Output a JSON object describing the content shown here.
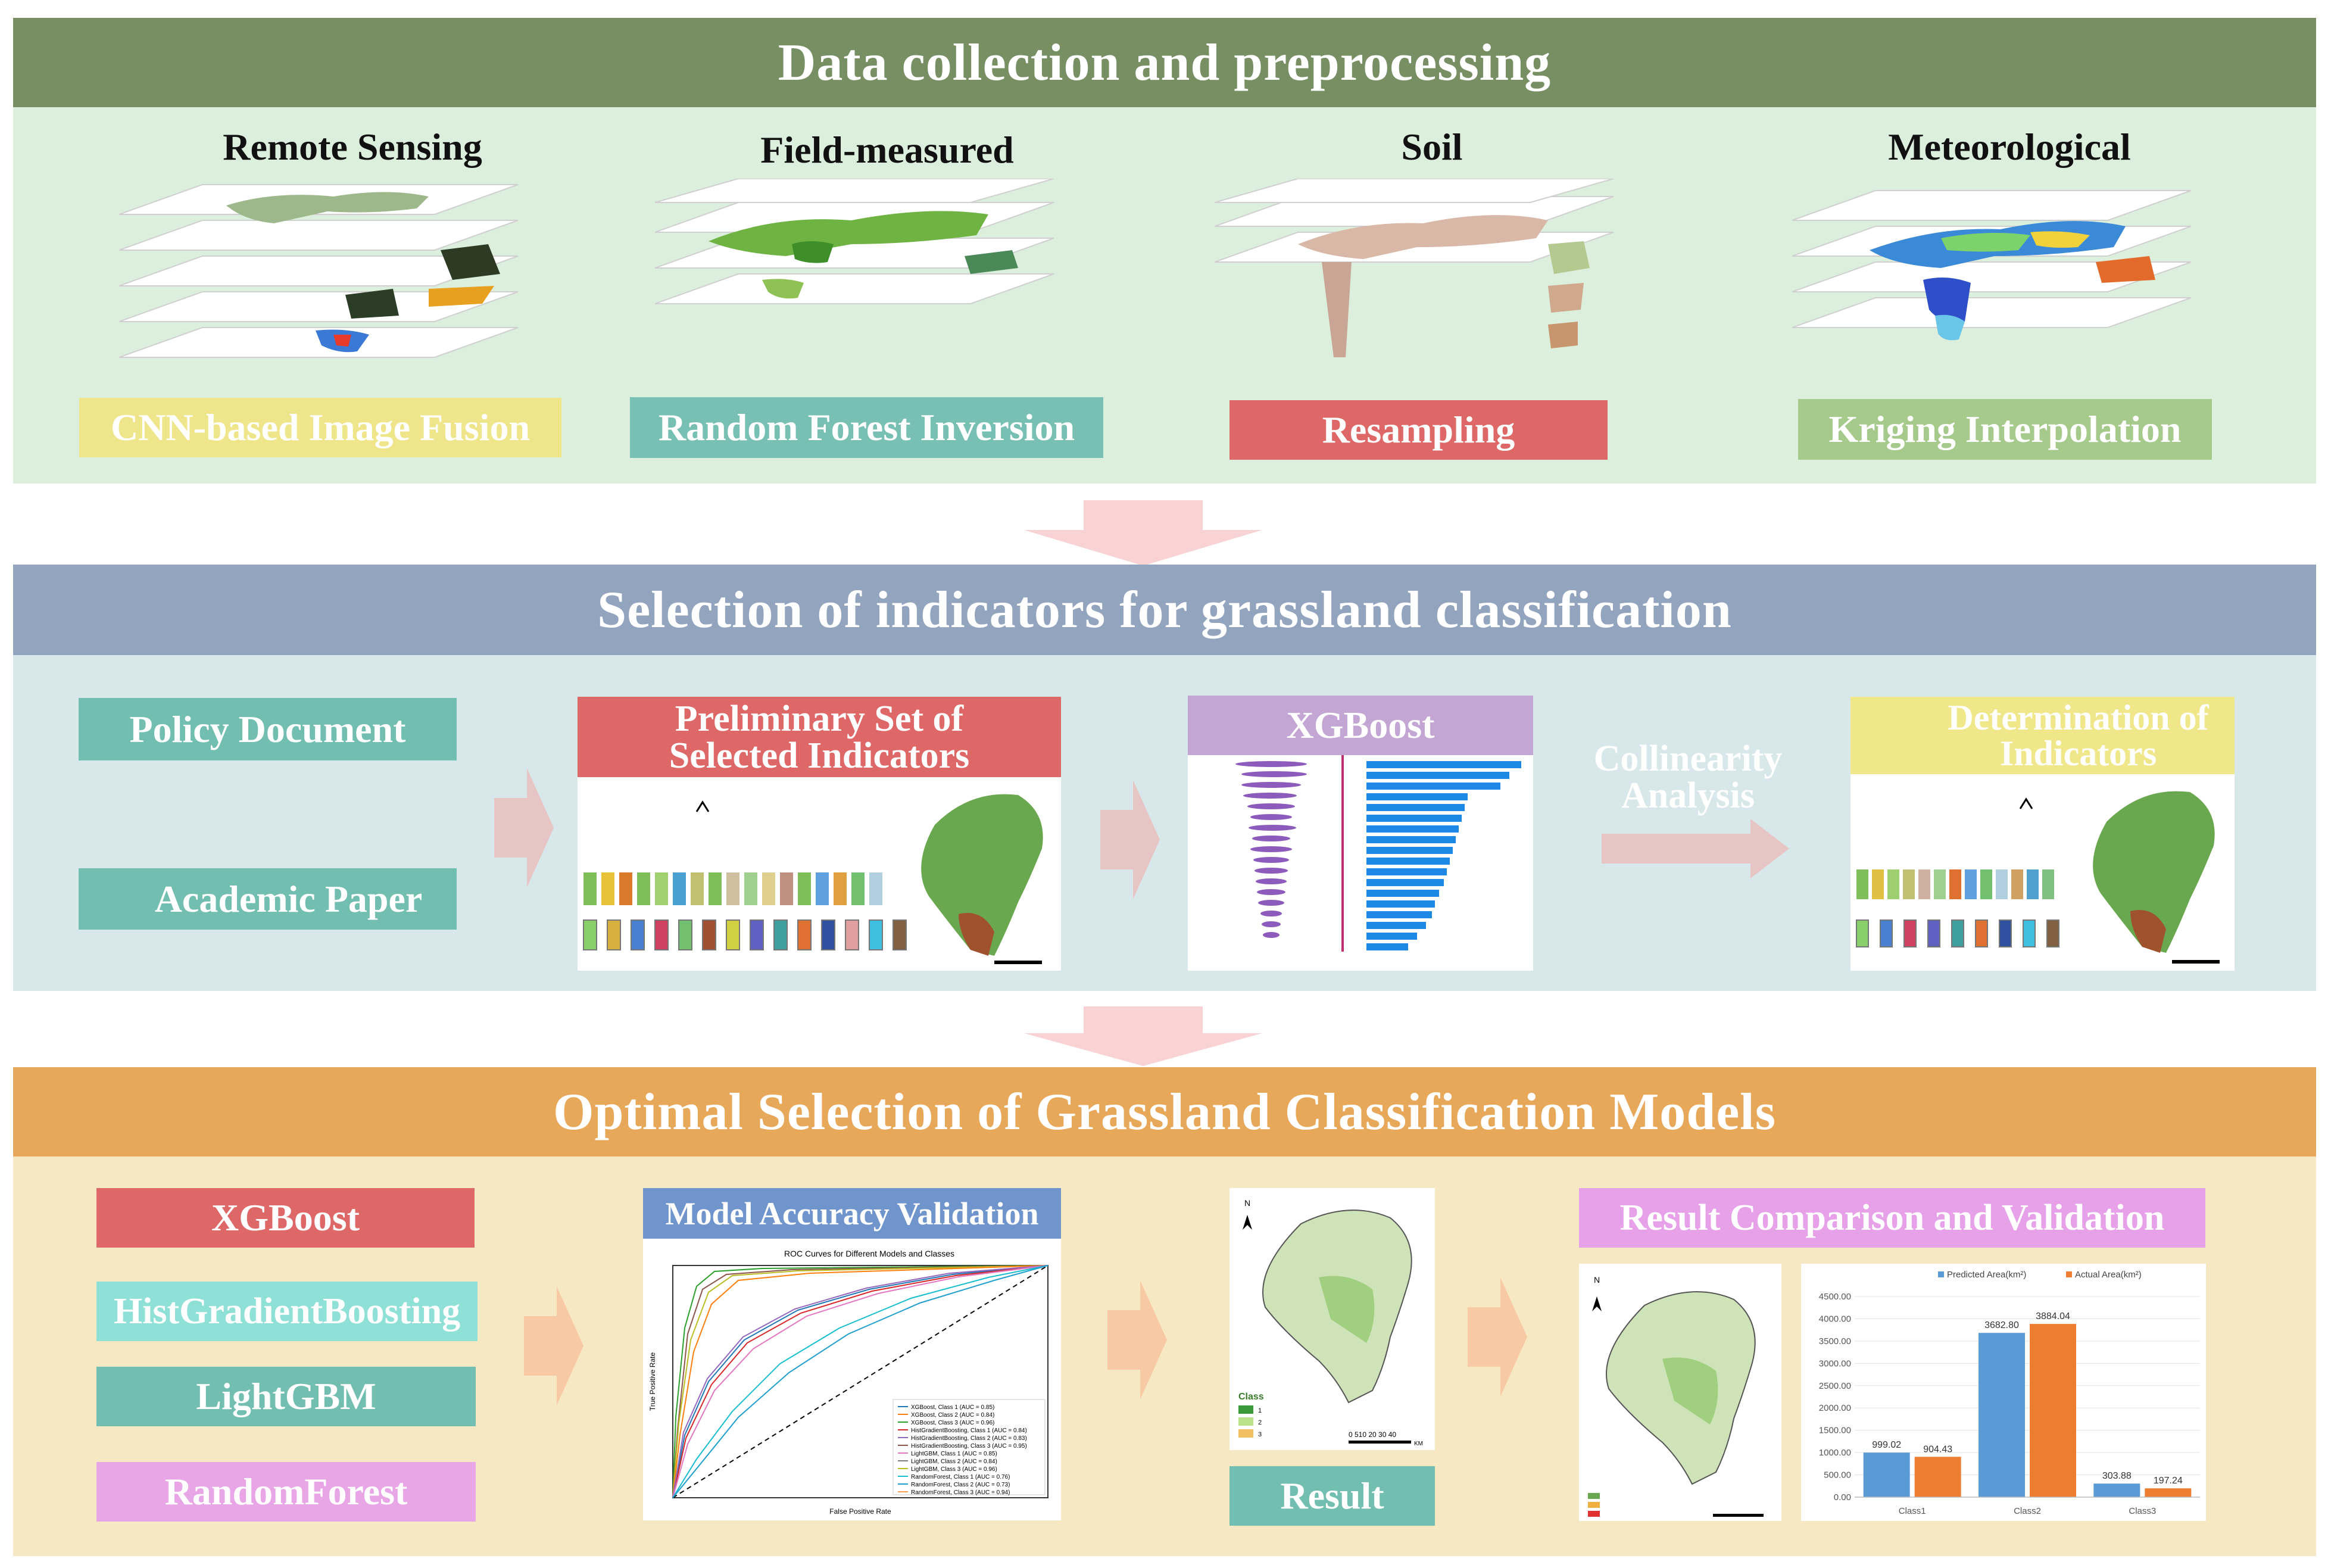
{
  "sections": {
    "s1": {
      "title": "Data collection and preprocessing",
      "header_color": "#778f63",
      "body_color": "#dcefdc"
    },
    "s2": {
      "title": "Selection of indicators for grassland classification",
      "header_color": "#93a5be",
      "body_color": "#d8e7ea"
    },
    "s3": {
      "title": "Optimal Selection of Grassland Classification Models",
      "header_color": "#e8a85a",
      "body_color": "#f7e8c4"
    }
  },
  "data_sources": [
    {
      "name": "Remote Sensing",
      "method": "CNN-based Image Fusion",
      "method_color": "#efe58a"
    },
    {
      "name": "Field-measured",
      "method": "Random Forest Inversion",
      "method_color": "#78c0b4"
    },
    {
      "name": "Soil",
      "method": "Resampling",
      "method_color": "#de6868"
    },
    {
      "name": "Meteorological",
      "method": "Kriging Interpolation",
      "method_color": "#a6c98c"
    }
  ],
  "indicators": {
    "policy": "Policy Document",
    "academic": "Academic Paper",
    "preliminary": "Preliminary Set of Selected Indicators",
    "xgboost": "XGBoost",
    "collinearity": "Collinearity Analysis",
    "determination": "Determination of Indicators",
    "colors": {
      "teal": "#72bfb1",
      "red": "#de6868",
      "purple": "#c3a6d3",
      "yellow": "#f0e68a"
    }
  },
  "models": {
    "list": [
      {
        "name": "XGBoost",
        "color": "#de6868"
      },
      {
        "name": "HistGradientBoosting",
        "color": "#8fe0d6"
      },
      {
        "name": "LightGBM",
        "color": "#72bfb1"
      },
      {
        "name": "RandomForest",
        "color": "#e8a6e6"
      }
    ],
    "validation_title": "Model Accuracy Validation",
    "validation_color": "#6f95cc",
    "result_label": "Result",
    "result_color": "#72bfb1",
    "comparison_title": "Result Comparison and Validation",
    "comparison_color": "#e6a1e8"
  },
  "roc": {
    "title": "ROC Curves for Different Models and Classes",
    "xlabel": "False Positive Rate",
    "ylabel": "True Positive Rate",
    "legend": [
      "XGBoost, Class 1 (AUC = 0.85)",
      "XGBoost, Class 2 (AUC = 0.84)",
      "XGBoost, Class 3 (AUC = 0.96)",
      "HistGradientBoosting, Class 1 (AUC = 0.84)",
      "HistGradientBoosting, Class 2 (AUC = 0.83)",
      "HistGradientBoosting, Class 3 (AUC = 0.95)",
      "LightGBM, Class 1 (AUC = 0.85)",
      "LightGBM, Class 2 (AUC = 0.84)",
      "LightGBM, Class 3 (AUC = 0.96)",
      "RandomForest, Class 1 (AUC = 0.76)",
      "RandomForest, Class 2 (AUC = 0.73)",
      "RandomForest, Class 3 (AUC = 0.94)"
    ]
  },
  "map_result": {
    "class_title": "Class",
    "classes": [
      "1",
      "2",
      "3"
    ],
    "scale": "0 510 20 30 40",
    "scale_unit": "KM",
    "north": "N"
  },
  "chart_data": {
    "type": "bar",
    "categories": [
      "Class1",
      "Class2",
      "Class3"
    ],
    "series": [
      {
        "name": "Predicted Area(km²)",
        "color": "#5b9bd5",
        "values": [
          999.02,
          3682.8,
          303.88
        ]
      },
      {
        "name": "Actual Area(km²)",
        "color": "#ed7d31",
        "values": [
          904.43,
          3884.04,
          197.24
        ]
      }
    ],
    "value_labels": [
      [
        "999.02",
        "3682.80",
        "303.88"
      ],
      [
        "904.43",
        "3884.04",
        "197.24"
      ]
    ],
    "yticks": [
      "0.00",
      "500.00",
      "1000.00",
      "1500.00",
      "2000.00",
      "2500.00",
      "3000.00",
      "3500.00",
      "4000.00",
      "4500.00"
    ],
    "ylim": [
      0,
      4500
    ],
    "legend_position": "top"
  }
}
